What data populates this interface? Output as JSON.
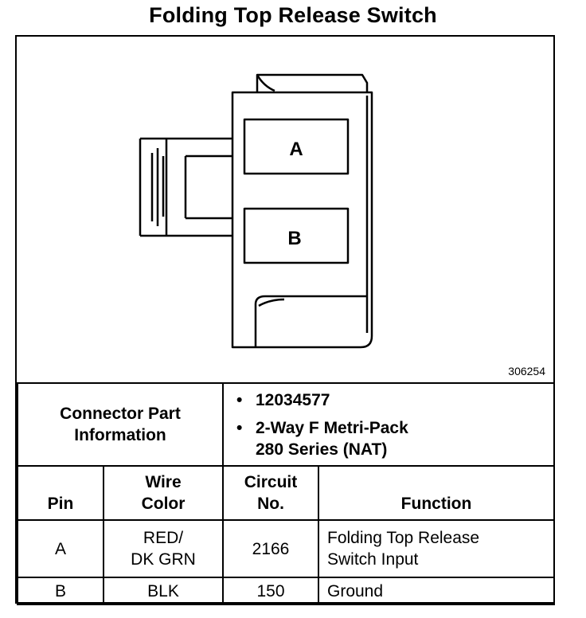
{
  "title": "Folding Top Release Switch",
  "figure_number": "306254",
  "connector": {
    "pin_labels": [
      "A",
      "B"
    ]
  },
  "connector_info": {
    "label_line1": "Connector Part",
    "label_line2": "Information",
    "bullets": [
      {
        "line1": "12034577",
        "line2": ""
      },
      {
        "line1": "2-Way F Metri-Pack",
        "line2": "280 Series (NAT)"
      }
    ]
  },
  "headers": {
    "pin": "Pin",
    "wire_color_1": "Wire",
    "wire_color_2": "Color",
    "circuit_1": "Circuit",
    "circuit_2": "No.",
    "function": "Function"
  },
  "rows": [
    {
      "pin": "A",
      "color_1": "RED/",
      "color_2": "DK GRN",
      "circuit": "2166",
      "function_1": "Folding Top Release",
      "function_2": "Switch Input"
    },
    {
      "pin": "B",
      "color_1": "BLK",
      "color_2": "",
      "circuit": "150",
      "function_1": "Ground",
      "function_2": ""
    }
  ]
}
